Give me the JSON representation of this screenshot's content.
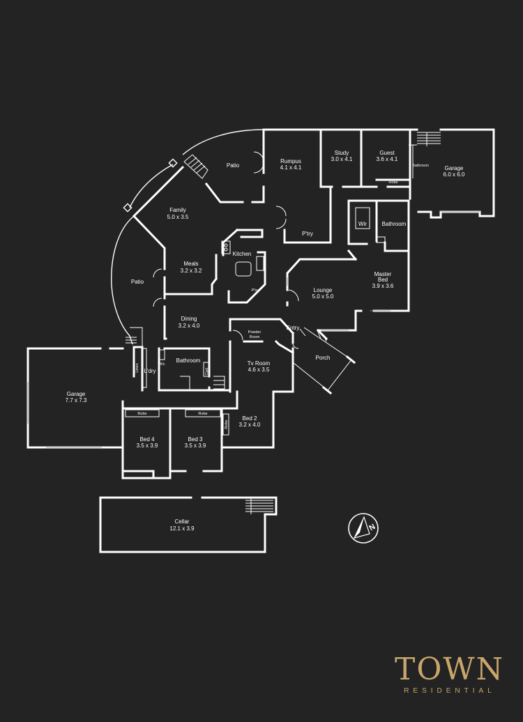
{
  "rooms": [
    {
      "id": "patio-top",
      "name": "Patio",
      "size": ""
    },
    {
      "id": "rumpus",
      "name": "Rumpus",
      "size": "4.1 x 4.1"
    },
    {
      "id": "study",
      "name": "Study",
      "size": "3.0 x 4.1"
    },
    {
      "id": "guest",
      "name": "Guest",
      "size": "3.6 x 4.1"
    },
    {
      "id": "bathroom-guest",
      "name": "Bathroom",
      "size": ""
    },
    {
      "id": "robe-guest",
      "name": "Robe",
      "size": ""
    },
    {
      "id": "garage-right",
      "name": "Garage",
      "size": "6.0 x 6.0"
    },
    {
      "id": "family",
      "name": "Family",
      "size": "5.0 x 3.5"
    },
    {
      "id": "pantry",
      "name": "P'try",
      "size": ""
    },
    {
      "id": "wir",
      "name": "Wir",
      "size": ""
    },
    {
      "id": "bathroom-master",
      "name": "Bathroom",
      "size": ""
    },
    {
      "id": "kitchen",
      "name": "Kitchen",
      "size": ""
    },
    {
      "id": "pantry-small",
      "name": "P'try",
      "size": ""
    },
    {
      "id": "meals",
      "name": "Meals",
      "size": "3.2 x 3.2"
    },
    {
      "id": "patio-left",
      "name": "Patio",
      "size": ""
    },
    {
      "id": "lounge",
      "name": "Lounge",
      "size": "5.0 x 5.0"
    },
    {
      "id": "master-bed",
      "name": "Master\nBed",
      "size": "3.9 x 3.6"
    },
    {
      "id": "dining",
      "name": "Dining",
      "size": "3.2 x 4.0"
    },
    {
      "id": "entry",
      "name": "Entry",
      "size": ""
    },
    {
      "id": "powder",
      "name": "Powder\nRoom",
      "size": ""
    },
    {
      "id": "porch",
      "name": "Porch",
      "size": ""
    },
    {
      "id": "tv-room",
      "name": "Tv Room",
      "size": "4.6 x 3.5"
    },
    {
      "id": "bathroom-main",
      "name": "Bathroom",
      "size": ""
    },
    {
      "id": "wc",
      "name": "W/c",
      "size": ""
    },
    {
      "id": "linen",
      "name": "Linen",
      "size": ""
    },
    {
      "id": "laundry",
      "name": "L'dry",
      "size": ""
    },
    {
      "id": "cupboard",
      "name": "Cpd",
      "size": ""
    },
    {
      "id": "garage-left",
      "name": "Garage",
      "size": "7.7 x 7.3"
    },
    {
      "id": "robe-bed4",
      "name": "Robe",
      "size": ""
    },
    {
      "id": "robe-bed3",
      "name": "Robe",
      "size": ""
    },
    {
      "id": "robe-bed2",
      "name": "Robe",
      "size": ""
    },
    {
      "id": "bed4",
      "name": "Bed 4",
      "size": "3.5 x 3.9"
    },
    {
      "id": "bed3",
      "name": "Bed 3",
      "size": "3.5 x 3.9"
    },
    {
      "id": "bed2",
      "name": "Bed 2",
      "size": "3.2 x 4.0"
    },
    {
      "id": "cellar",
      "name": "Cellar",
      "size": "12.1 x 3.9"
    }
  ],
  "compass": {
    "label": "N"
  },
  "brand": {
    "name": "TOWN",
    "tagline": "RESIDENTIAL",
    "color": "#c9a66b"
  },
  "colors": {
    "background": "#232323",
    "walls": "#ffffff"
  }
}
